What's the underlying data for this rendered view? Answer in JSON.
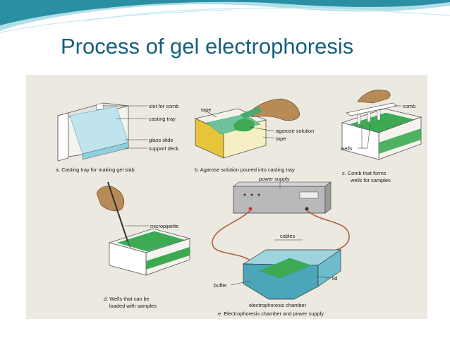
{
  "title": "Process of gel electrophoresis",
  "colors": {
    "title": "#17607d",
    "gel": "#3daa52",
    "buffer": "#4aa6b8",
    "paper": "#ece9e1",
    "tray": "#f5f3ee",
    "tape": "#e8c43a",
    "wave_dark": "#2a8fa3",
    "wave_light": "#9cd6e2"
  },
  "labels": {
    "slot_for_comb": "slot for comb",
    "casting_tray": "casting tray",
    "glass_slide": "glass slide",
    "support_deck": "support deck",
    "tape_left": "tape",
    "agarose_solution": "agarose solution",
    "tape_right": "tape",
    "comb": "comb",
    "wells": "wells",
    "power_supply": "power supply",
    "micropipette": "micropipette",
    "cables": "cables",
    "lid": "lid",
    "buffer": "buffer",
    "electrophoresis_chamber": "electrophoresis chamber"
  },
  "captions": {
    "a": "a. Casting tray for making gel slab",
    "b": "b. Agarose solution poured into casting tray",
    "c1": "c. Comb that forms",
    "c2": "wells for samples",
    "d1": "d. Wells that can be",
    "d2": "loaded with samples",
    "e": "e. Electrophoresis chamber and power supply"
  }
}
